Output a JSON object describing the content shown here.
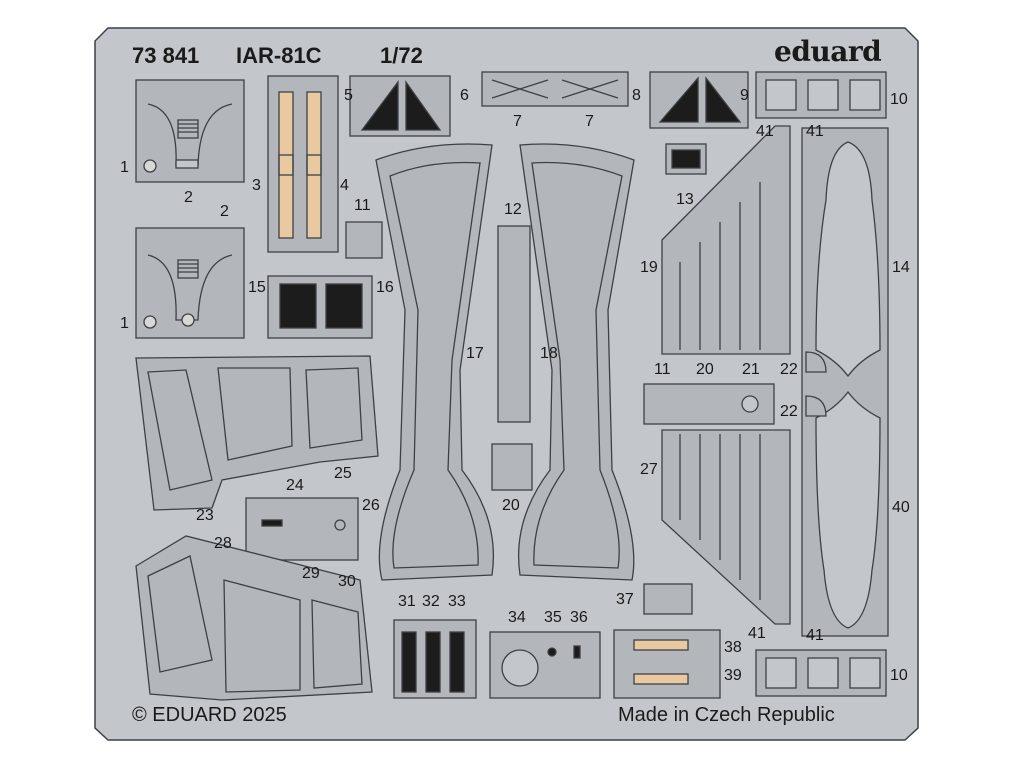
{
  "header": {
    "code": "73 841",
    "model": "IAR-81C",
    "scale": "1/72",
    "brand": "eduard"
  },
  "footer": {
    "copyright": "© EDUARD 2025",
    "origin": "Made in Czech Republic"
  },
  "parts": {
    "p1a": "1",
    "p1b": "1",
    "p2a": "2",
    "p2b": "2",
    "p3": "3",
    "p4": "4",
    "p5": "5",
    "p6": "6",
    "p7a": "7",
    "p7b": "7",
    "p8": "8",
    "p9": "9",
    "p10a": "10",
    "p10b": "10",
    "p11a": "11",
    "p11b": "11",
    "p12": "12",
    "p13": "13",
    "p14": "14",
    "p15": "15",
    "p16": "16",
    "p17": "17",
    "p18": "18",
    "p19": "19",
    "p20a": "20",
    "p20b": "20",
    "p21": "21",
    "p22a": "22",
    "p22b": "22",
    "p23": "23",
    "p24": "24",
    "p25": "25",
    "p26": "26",
    "p27": "27",
    "p28": "28",
    "p29": "29",
    "p30": "30",
    "p31": "31",
    "p32": "32",
    "p33": "33",
    "p34": "34",
    "p35": "35",
    "p36": "36",
    "p37": "37",
    "p38": "38",
    "p39": "39",
    "p40": "40",
    "p41a": "41",
    "p41b": "41",
    "p41c": "41",
    "p41d": "41"
  },
  "colors": {
    "sheet": "#c3c7cb",
    "part": "#b3b7bc",
    "outline": "#3d4045",
    "belt": "#e8c9a0",
    "dark": "#1c1c1c"
  }
}
